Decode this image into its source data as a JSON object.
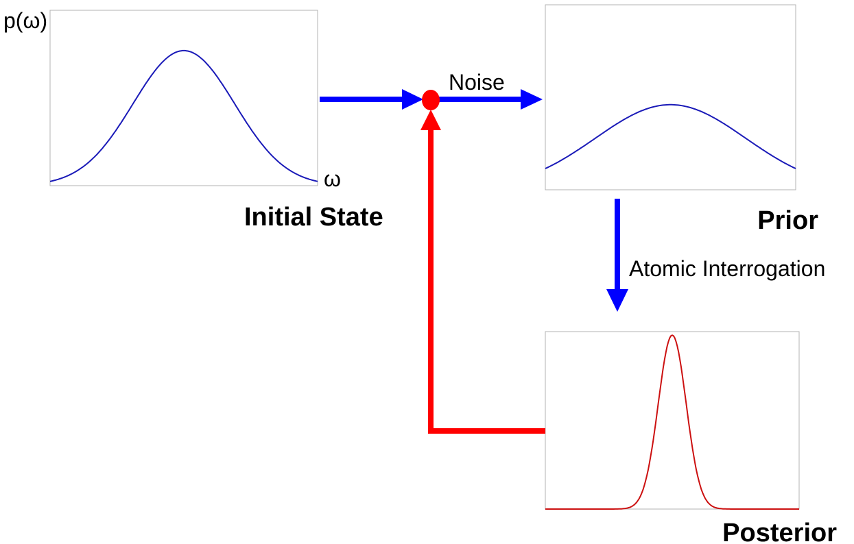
{
  "labels": {
    "y_axis": "p(ω)",
    "x_axis": "ω",
    "initial_state": "Initial State",
    "prior": "Prior",
    "posterior": "Posterior",
    "noise": "Noise",
    "atomic_interrogation": "Atomic Interrogation"
  },
  "colors": {
    "process_arrow": "#0000ff",
    "feedback_arrow": "#ff0000",
    "initial_curve": "#1a1ab8",
    "prior_curve": "#1a1ab8",
    "posterior_curve": "#cc1111",
    "panel_border": "#b3b3b3"
  },
  "curves": {
    "initial": {
      "shape": "gaussian",
      "peak": 0.77,
      "center": 0.5,
      "sigma": 0.19
    },
    "prior": {
      "shape": "gaussian",
      "peak": 0.46,
      "center": 0.5,
      "sigma": 0.3
    },
    "posterior": {
      "shape": "gaussian",
      "peak": 0.98,
      "center": 0.5,
      "sigma": 0.055
    }
  }
}
